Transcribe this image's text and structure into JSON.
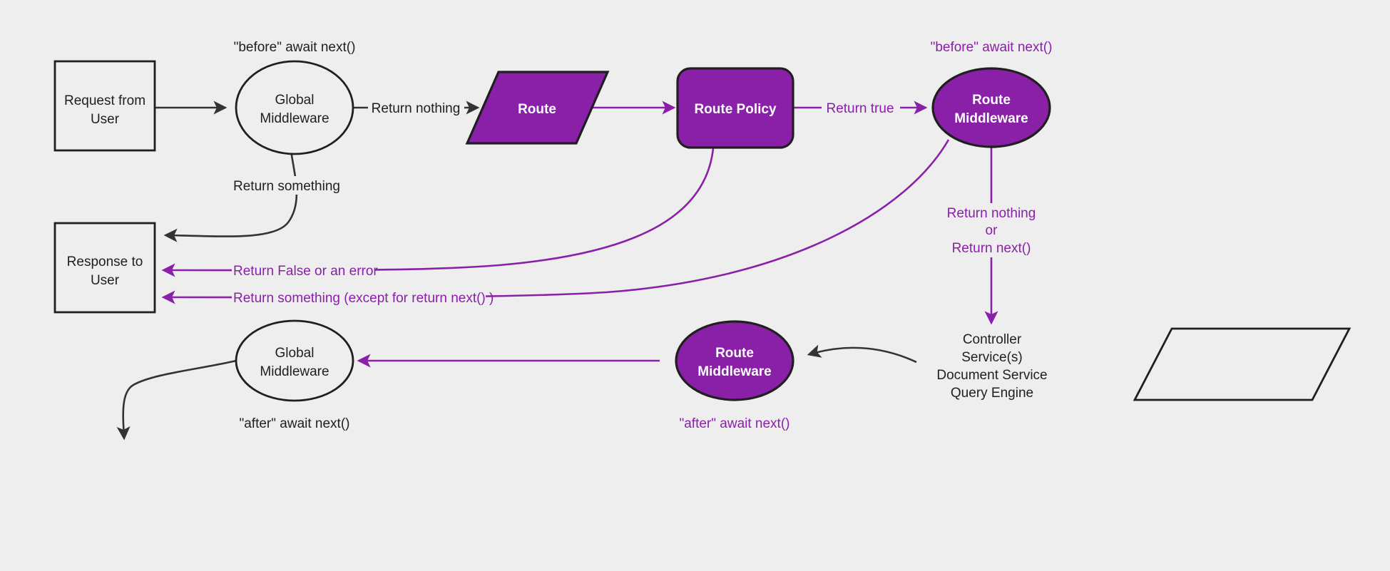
{
  "diagram": {
    "title": "Middleware request lifecycle flow",
    "background_color": "#eeeeee",
    "accent_color": "#8a1fa8",
    "stroke_color": "#1f1f1f",
    "nodes": {
      "request_from_user": {
        "line1": "Request from",
        "line2": "User",
        "shape": "rectangle",
        "fill": "#eeeeee"
      },
      "global_middleware_before": {
        "line1": "Global",
        "line2": "Middleware",
        "shape": "ellipse",
        "fill": "#eeeeee"
      },
      "route": {
        "line1": "Route",
        "shape": "parallelogram",
        "fill": "#8a1fa8"
      },
      "route_policy": {
        "line1": "Route Policy",
        "shape": "rounded-rectangle",
        "fill": "#8a1fa8"
      },
      "route_middleware_before": {
        "line1": "Route",
        "line2": "Middleware",
        "shape": "ellipse",
        "fill": "#8a1fa8"
      },
      "controller": {
        "line1": "Controller",
        "line2": "Service(s)",
        "line3": "Document Service",
        "line4": "Query Engine",
        "shape": "parallelogram",
        "fill": "#eeeeee"
      },
      "route_middleware_after": {
        "line1": "Route",
        "line2": "Middleware",
        "shape": "ellipse",
        "fill": "#8a1fa8"
      },
      "global_middleware_after": {
        "line1": "Global",
        "line2": "Middleware",
        "shape": "ellipse",
        "fill": "#eeeeee"
      },
      "response_to_user": {
        "line1": "Response to",
        "line2": "User",
        "shape": "rectangle",
        "fill": "#eeeeee"
      }
    },
    "annotations": {
      "before_global": "\"before\" await next()",
      "before_route_mw": "\"before\" await next()",
      "after_global": "\"after\" await next()",
      "after_route_mw": "\"after\" await next()"
    },
    "edge_labels": {
      "return_nothing": "Return nothing",
      "return_something_top": "Return something",
      "return_true": "Return true",
      "return_false_or_error": "Return False or an error",
      "return_something_except": "Return something (except for return next() )",
      "return_nothing_or_next_1": "Return nothing",
      "return_nothing_or_next_2": "or",
      "return_nothing_or_next_3": "Return next()"
    }
  }
}
